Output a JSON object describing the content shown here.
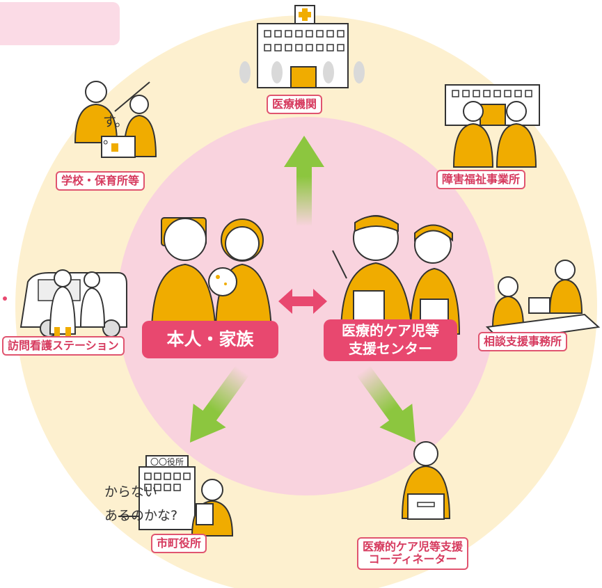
{
  "side_texts": [
    "す。",
    "。",
    "からない",
    "あるのかな?"
  ],
  "center": {
    "family_label": "本人・家族",
    "support_center_line1": "医療的ケア児等",
    "support_center_line2": "支援センター"
  },
  "nodes": {
    "medical": "医療機関",
    "disability_welfare": "障害福祉事業所",
    "school": "学校・保育所等",
    "consultation": "相談支援事務所",
    "nursing": "訪問看護ステーション",
    "city_hall": "市町役所",
    "coordinator_line1": "医療的ケア児等支援",
    "coordinator_line2": "コーディネーター"
  },
  "building_sign": "〇〇役所",
  "colors": {
    "outer_circle": "#fdf0cf",
    "inner_circle": "#f9d3de",
    "accent_pink": "#e8486f",
    "arrow_green": "#8cc63f",
    "figure_yellow": "#f0ac00"
  }
}
